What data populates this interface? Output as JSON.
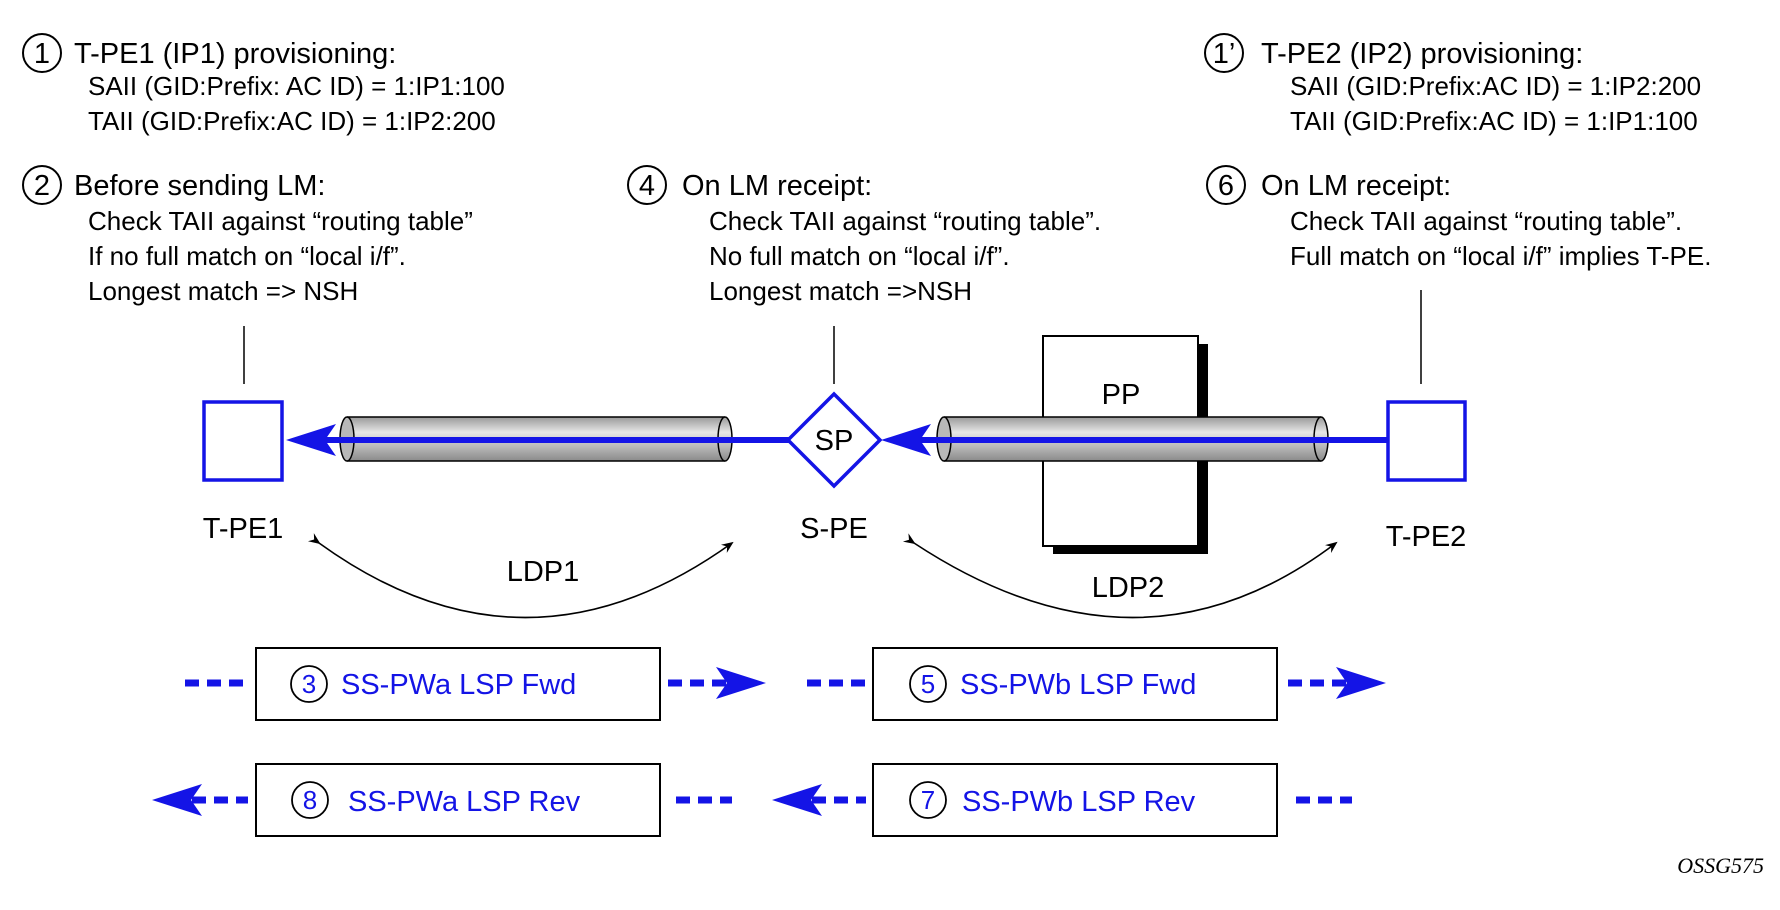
{
  "colors": {
    "accent_blue": "#1414e6",
    "pipe_gray": "#c8c8c8",
    "black": "#000000"
  },
  "notes": {
    "note1": {
      "num": "1",
      "title": "T-PE1 (IP1) provisioning:",
      "lines": [
        "SAII (GID:Prefix: AC ID) = 1:IP1:100",
        "TAII (GID:Prefix:AC ID) = 1:IP2:200"
      ]
    },
    "note1p": {
      "num": "1’",
      "title": "T-PE2 (IP2) provisioning:",
      "lines": [
        "SAII (GID:Prefix:AC ID) = 1:IP2:200",
        "TAII (GID:Prefix:AC ID) = 1:IP1:100"
      ]
    },
    "note2": {
      "num": "2",
      "title": "Before sending LM:",
      "lines": [
        "Check TAII against “routing table”",
        "If no full match on “local i/f”.",
        "Longest match => NSH"
      ]
    },
    "note4": {
      "num": "4",
      "title": "On LM receipt:",
      "lines": [
        "Check TAII against “routing table”.",
        "No full match on “local i/f”.",
        "Longest match =>NSH"
      ]
    },
    "note6": {
      "num": "6",
      "title": "On LM receipt:",
      "lines": [
        "Check TAII against “routing table”.",
        "Full match on “local i/f” implies T-PE."
      ]
    }
  },
  "nodes": {
    "tpe1": "T-PE1",
    "spe": "S-PE",
    "tpe2": "T-PE2",
    "sp": "SP",
    "pp": "PP"
  },
  "links": {
    "ldp1": "LDP1",
    "ldp2": "LDP2"
  },
  "messages": {
    "m3": {
      "num": "3",
      "label": "SS-PWa LSP Fwd"
    },
    "m5": {
      "num": "5",
      "label": "SS-PWb LSP Fwd"
    },
    "m8": {
      "num": "8",
      "label": "SS-PWa LSP Rev"
    },
    "m7": {
      "num": "7",
      "label": "SS-PWb LSP Rev"
    }
  },
  "figure_id": "OSSG575"
}
